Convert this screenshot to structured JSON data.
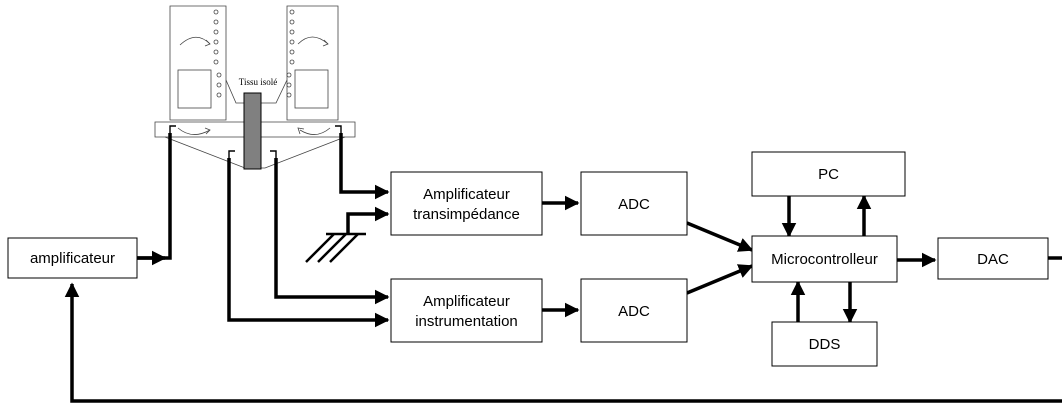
{
  "chamber": {
    "label": "Tissu isolé"
  },
  "blocks": {
    "amplificateur": "amplificateur",
    "transimpedance": [
      "Amplificateur",
      "transimpédance"
    ],
    "instrumentation": [
      "Amplificateur",
      "instrumentation"
    ],
    "adc_top": "ADC",
    "adc_bottom": "ADC",
    "pc": "PC",
    "microcontroller": "Microcontrolleur",
    "dds": "DDS",
    "dac": "DAC"
  }
}
